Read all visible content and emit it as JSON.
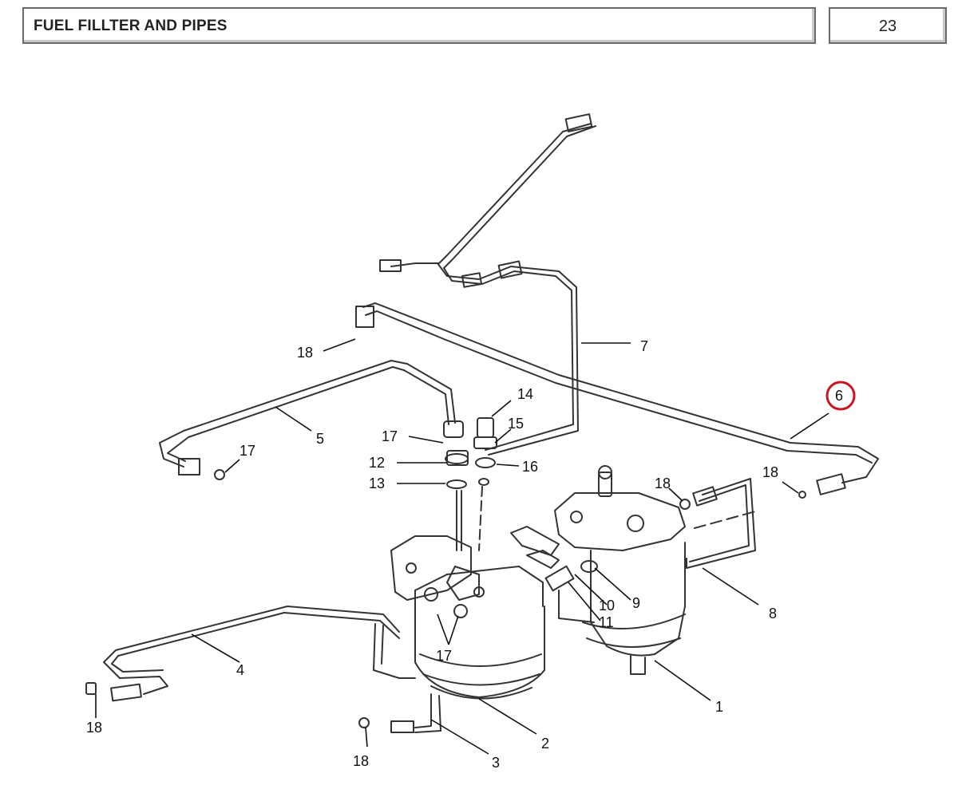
{
  "header": {
    "title": "FUEL FILLTER AND PIPES",
    "page_number": "23"
  },
  "highlight_color": "#c8141e",
  "callouts": [
    "1",
    "2",
    "3",
    "4",
    "5",
    "6",
    "7",
    "8",
    "9",
    "10",
    "11",
    "12",
    "13",
    "14",
    "15",
    "16",
    "17",
    "17",
    "17",
    "18",
    "18",
    "18",
    "18",
    "18"
  ]
}
